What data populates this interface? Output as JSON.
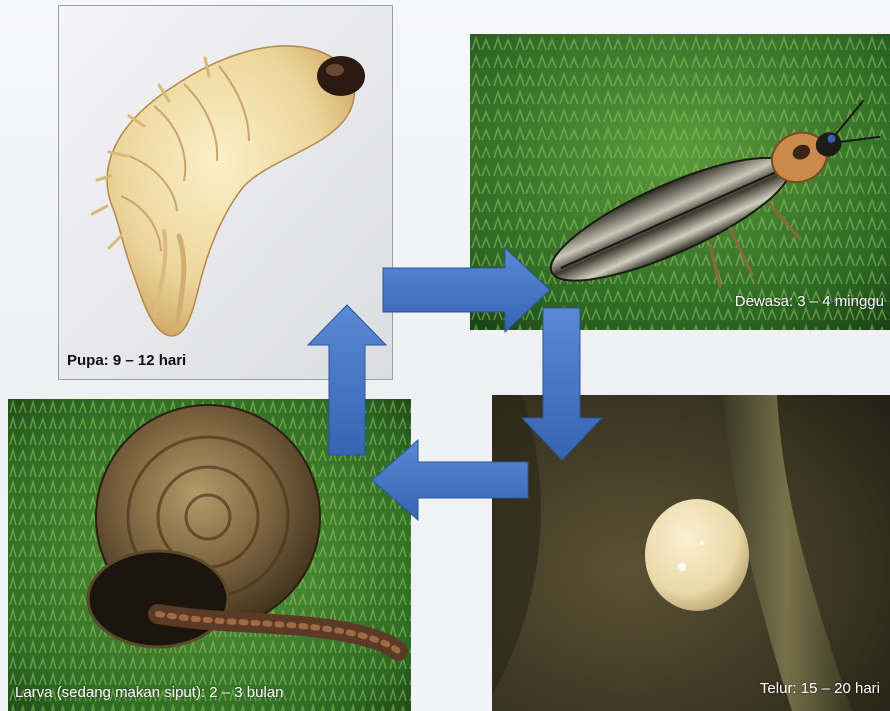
{
  "stages": {
    "pupa": {
      "caption": "Pupa: 9 – 12 hari"
    },
    "adult": {
      "caption": "Dewasa: 3 – 4 minggu"
    },
    "egg": {
      "caption": "Telur: 15 – 20 hari"
    },
    "larva": {
      "caption": "Larva (sedang makan siput): 2 – 3 bulan"
    }
  },
  "colors": {
    "arrow_fill": "#3f72c2",
    "arrow_edge": "#2a559a",
    "grass_dark": "#1f4a1c",
    "grass_light": "#6fa04a",
    "egg_bg": "#3a3522",
    "egg": "#efe1b8",
    "pupa_body": "#f0dfa6"
  },
  "cycle_order": [
    "pupa",
    "adult",
    "egg",
    "larva"
  ]
}
